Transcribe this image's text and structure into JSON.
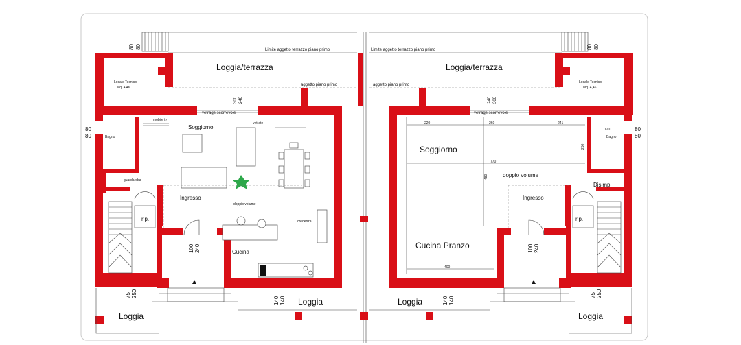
{
  "plan": {
    "left_unit": {
      "rooms": {
        "terrace": "Loggia/terrazza",
        "tech_room": "Locale Tecnico",
        "tech_area": "Mq. 4,46",
        "living": "Soggiorno",
        "bath": "Bagno",
        "wardrobe": "guardaroba",
        "entrance": "Ingresso",
        "landing": "rip.",
        "kitchen": "Cucina",
        "double_height": "doppio volume",
        "sideboard": "credenza",
        "tv": "mobile tv",
        "glass_wall": "vetrate",
        "loggia_front": "Loggia",
        "loggia_side": "Loggia"
      },
      "notes": {
        "terrace_limit": "Limite aggetto terrazzo piano primo",
        "overhang": "aggetto piano primo",
        "sliding_window": "vetrage scorrevole"
      },
      "dims": {
        "top_a": "80",
        "top_b": "80",
        "win_a": "300",
        "win_b": "240",
        "side_a": "80",
        "side_b": "80",
        "door_a": "100",
        "door_b": "240",
        "stair_a": "75",
        "stair_b": "250",
        "loggia_a": "140",
        "loggia_b": "140"
      }
    },
    "right_unit": {
      "rooms": {
        "terrace": "Loggia/terrazza",
        "tech_room": "Locale Tecnico",
        "tech_area": "Mq. 4,46",
        "living": "Soggiorno",
        "bath": "Bagno",
        "landing_hall": "Disimp.",
        "entrance": "Ingresso",
        "landing": "rip.",
        "kitchen": "Cucina Pranzo",
        "double_height": "doppio volume",
        "loggia_front": "Loggia",
        "loggia_side": "Loggia"
      },
      "notes": {
        "terrace_limit": "Limite aggetto terrazzo piano primo",
        "overhang": "aggetto piano primo",
        "sliding_window": "vetrage scorrevole"
      },
      "dims": {
        "top_a": "80",
        "top_b": "80",
        "win_a": "240",
        "win_b": "300",
        "side_a": "80",
        "side_b": "80",
        "door_a": "100",
        "door_b": "240",
        "stair_a": "75",
        "stair_b": "250",
        "loggia_a": "140",
        "loggia_b": "140",
        "int_220": "220",
        "int_260": "260",
        "int_241": "241",
        "int_770": "770",
        "int_400": "400",
        "int_480": "480",
        "int_120": "120",
        "int_250": "250"
      }
    }
  }
}
